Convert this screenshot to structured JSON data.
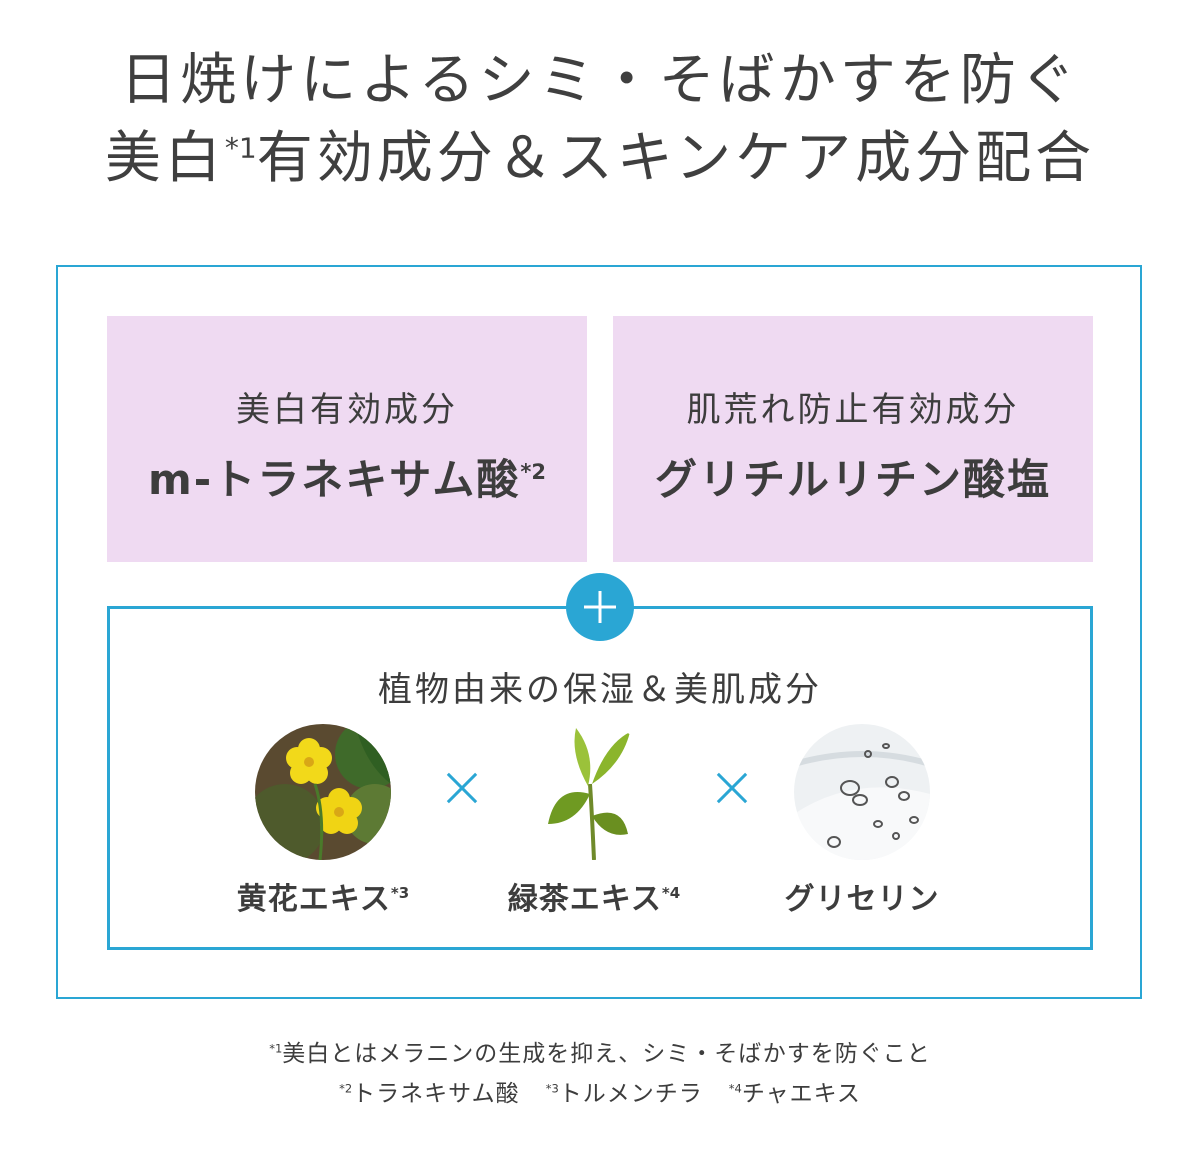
{
  "headline": {
    "line1": "日焼けによるシミ・そばかすを防ぐ",
    "line2_pre": "美白",
    "line2_sup": "*1",
    "line2_post": "有効成分＆スキンケア成分配合"
  },
  "cards": [
    {
      "subtitle": "美白有効成分",
      "name": "m-トラネキサム酸",
      "sup": "*2"
    },
    {
      "subtitle": "肌荒れ防止有効成分",
      "name": "グリチルリチン酸塩",
      "sup": ""
    }
  ],
  "plant_section": {
    "title": "植物由来の保湿＆美肌成分",
    "items": [
      {
        "label": "黄花エキス",
        "sup": "*3",
        "image": "yellow-flower"
      },
      {
        "label": "緑茶エキス",
        "sup": "*4",
        "image": "green-tea-leaves"
      },
      {
        "label": "グリセリン",
        "sup": "",
        "image": "glycerin-droplets"
      }
    ]
  },
  "footnotes": {
    "note1_mark": "*1",
    "note1_text": "美白とはメラニンの生成を抑え、シミ・そばかすを防ぐこと",
    "note2_mark": "*2",
    "note2_text": "トラネキサム酸",
    "note3_mark": "*3",
    "note3_text": "トルメンチラ",
    "note4_mark": "*4",
    "note4_text": "チャエキス"
  },
  "colors": {
    "accent": "#2aa6d4",
    "card_bg": "#efdaf2",
    "text": "#3d3d3d"
  }
}
